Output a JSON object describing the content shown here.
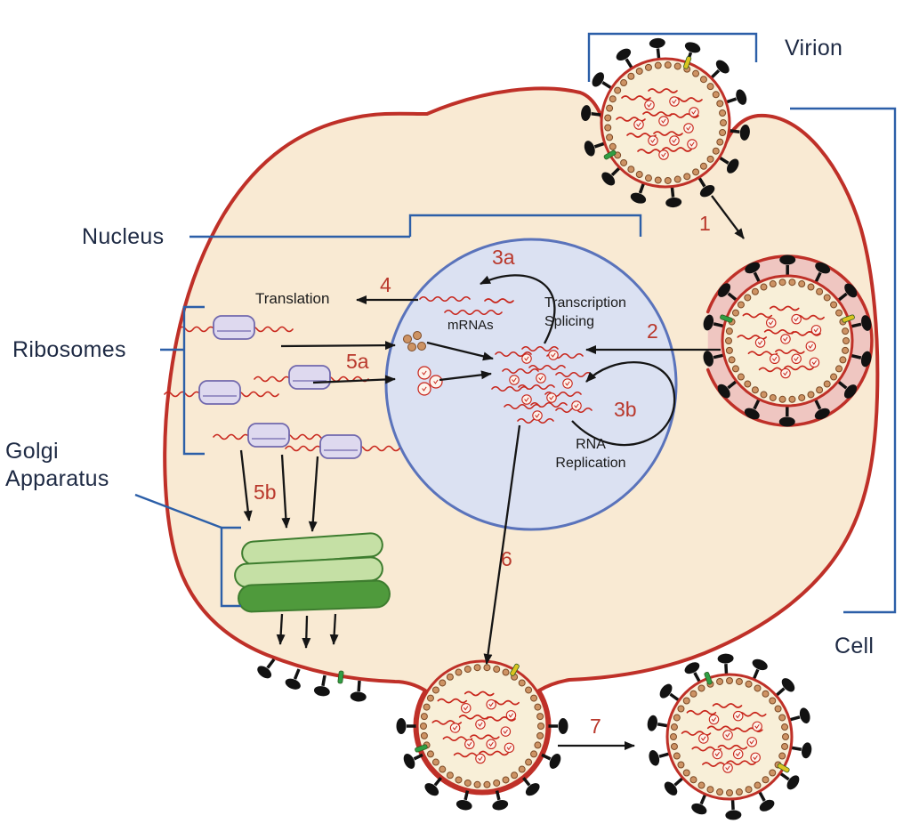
{
  "labels": {
    "virion": "Virion",
    "cell": "Cell",
    "nucleus": "Nucleus",
    "ribosomes": "Ribosomes",
    "golgi": "Golgi\nApparatus",
    "translation": "Translation",
    "mrnas": "mRNAs",
    "transcription_splicing": "Transcription\nSplicing",
    "rna_replication": "RNA\nReplication"
  },
  "steps": {
    "s1": "1",
    "s2": "2",
    "s3a": "3a",
    "s3b": "3b",
    "s4": "4",
    "s5a": "5a",
    "s5b": "5b",
    "s6": "6",
    "s7": "7"
  },
  "palette": {
    "cell_fill": "#f9ead3",
    "membrane": "#bf3028",
    "nucleus_fill": "#dbe1f2",
    "nucleus_stroke": "#5a73bb",
    "bracket": "#2c5fa8",
    "step": "#b9382c",
    "label": "#1e2a44",
    "text": "#1a1a1a",
    "rna": "#c8251b",
    "virion_fill": "#f8efd8",
    "dot": "#cd9364",
    "dot_edge": "#7c4a26",
    "spike": "#121212",
    "endosome": "#efc6c1",
    "golgi_light": "#c5e0a5",
    "golgi_dark": "#4f9a3c",
    "golgi_edge": "#3e7d2f",
    "ribosome_fill": "#ded9ef",
    "ribosome_edge": "#7168ad",
    "rod_green": "#2f9e44",
    "rod_yellow": "#d9c520",
    "arrow": "#151515"
  }
}
